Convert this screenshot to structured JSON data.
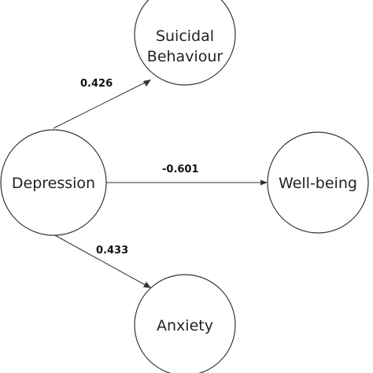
{
  "nodes": {
    "depression": "Depression",
    "suicidal_line1": "Suicidal",
    "suicidal_line2": "Behaviour",
    "wellbeing": "Well-being",
    "anxiety": "Anxiety"
  },
  "edges": {
    "to_suicidal": "0.426",
    "to_wellbeing": "-0.601",
    "to_anxiety": "0.433"
  }
}
